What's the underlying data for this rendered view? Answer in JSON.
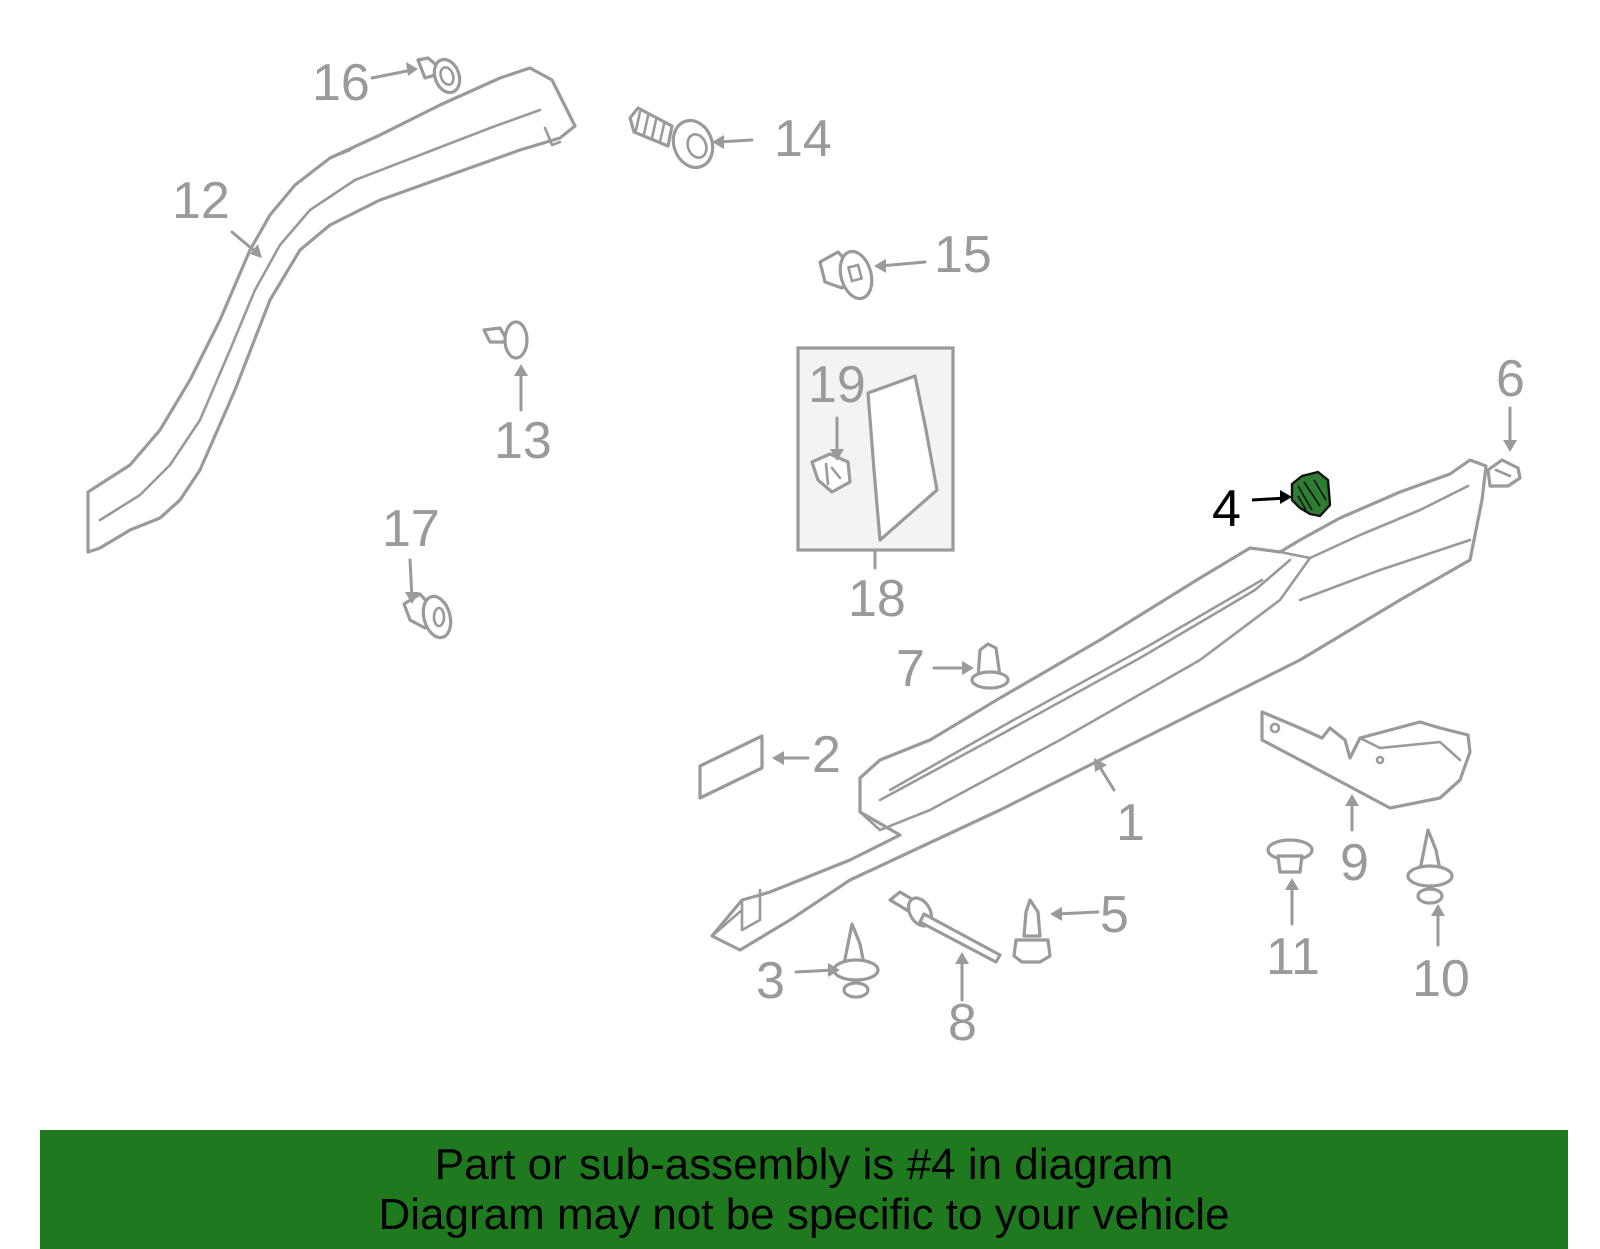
{
  "diagram": {
    "highlight_color": "#2e7d32",
    "part_line_color": "#9a9a9a",
    "callouts": {
      "c1": "1",
      "c2": "2",
      "c3": "3",
      "c4": "4",
      "c5": "5",
      "c6": "6",
      "c7": "7",
      "c8": "8",
      "c9": "9",
      "c10": "10",
      "c11": "11",
      "c12": "12",
      "c13": "13",
      "c14": "14",
      "c15": "15",
      "c16": "16",
      "c17": "17",
      "c18": "18",
      "c19": "19"
    },
    "highlighted_part": "4"
  },
  "banner": {
    "background": "#1f7a1f",
    "line1": "Part or sub-assembly is #4 in diagram",
    "line2": "Diagram may not be specific to your vehicle"
  }
}
